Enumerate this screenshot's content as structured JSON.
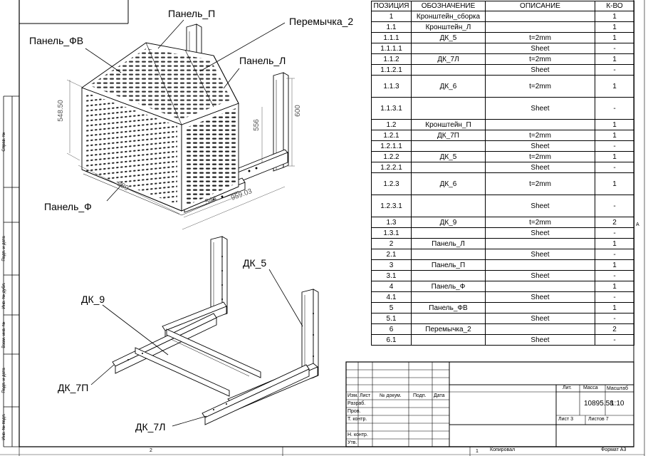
{
  "callouts": {
    "panel_p": "Панель_П",
    "peremychka": "Перемычка_2",
    "panel_fv": "Панель_ФВ",
    "panel_l": "Панель_Л",
    "panel_f": "Панель_Ф",
    "dk5": "ДК_5",
    "dk9": "ДК_9",
    "dk7p": "ДК_7П",
    "dk7l": "ДК_7Л"
  },
  "dimensions": {
    "d548": "548.50",
    "d556": "556",
    "d600": "600",
    "d889": "889",
    "d544": "544",
    "d959": "959.03"
  },
  "side_labels": {
    "sprav": "Справ. №",
    "podp1": "Подп. и дата",
    "inv_dubl": "Инв. № дубл.",
    "vzam": "Взам. инв. №",
    "podp2": "Подп. и дата",
    "inv_podl": "Инв. № подл."
  },
  "bom": {
    "headers": [
      "ПОЗИЦИЯ",
      "ОБОЗНАЧЕНИЕ",
      "ОПИСАНИЕ",
      "К-ВО"
    ],
    "rows": [
      {
        "pos": "1",
        "name": "Кронштейн_сборка",
        "desc": "",
        "qty": "1",
        "tall": false
      },
      {
        "pos": "1.1",
        "name": "Кронштейн_Л",
        "desc": "",
        "qty": "1",
        "tall": false
      },
      {
        "pos": "1.1.1",
        "name": "ДК_5",
        "desc": "t=2mm",
        "qty": "1",
        "tall": false
      },
      {
        "pos": "1.1.1.1",
        "name": "",
        "desc": "Sheet",
        "qty": "-",
        "tall": false
      },
      {
        "pos": "1.1.2",
        "name": "ДК_7Л",
        "desc": "t=2mm",
        "qty": "1",
        "tall": false
      },
      {
        "pos": "1.1.2.1",
        "name": "",
        "desc": "Sheet",
        "qty": "-",
        "tall": false
      },
      {
        "pos": "1.1.3",
        "name": "ДК_6",
        "desc": "t=2mm",
        "qty": "1",
        "tall": true
      },
      {
        "pos": "1.1.3.1",
        "name": "",
        "desc": "Sheet",
        "qty": "-",
        "tall": true
      },
      {
        "pos": "1.2",
        "name": "Кронштейн_П",
        "desc": "",
        "qty": "1",
        "tall": false
      },
      {
        "pos": "1.2.1",
        "name": "ДК_7П",
        "desc": "t=2mm",
        "qty": "1",
        "tall": false
      },
      {
        "pos": "1.2.1.1",
        "name": "",
        "desc": "Sheet",
        "qty": "-",
        "tall": false
      },
      {
        "pos": "1.2.2",
        "name": "ДК_5",
        "desc": "t=2mm",
        "qty": "1",
        "tall": false
      },
      {
        "pos": "1.2.2.1",
        "name": "",
        "desc": "Sheet",
        "qty": "-",
        "tall": false
      },
      {
        "pos": "1.2.3",
        "name": "ДК_6",
        "desc": "t=2mm",
        "qty": "1",
        "tall": true
      },
      {
        "pos": "1.2.3.1",
        "name": "",
        "desc": "Sheet",
        "qty": "-",
        "tall": true
      },
      {
        "pos": "1.3",
        "name": "ДК_9",
        "desc": "t=2mm",
        "qty": "2",
        "tall": false
      },
      {
        "pos": "1.3.1",
        "name": "",
        "desc": "Sheet",
        "qty": "-",
        "tall": false
      },
      {
        "pos": "2",
        "name": "Панель_Л",
        "desc": "",
        "qty": "1",
        "tall": false
      },
      {
        "pos": "2.1",
        "name": "",
        "desc": "Sheet",
        "qty": "-",
        "tall": false
      },
      {
        "pos": "3",
        "name": "Панель_П",
        "desc": "",
        "qty": "1",
        "tall": false
      },
      {
        "pos": "3.1",
        "name": "",
        "desc": "Sheet",
        "qty": "-",
        "tall": false
      },
      {
        "pos": "4",
        "name": "Панель_Ф",
        "desc": "",
        "qty": "1",
        "tall": false
      },
      {
        "pos": "4.1",
        "name": "",
        "desc": "Sheet",
        "qty": "-",
        "tall": false
      },
      {
        "pos": "5",
        "name": "Панель_ФВ",
        "desc": "",
        "qty": "1",
        "tall": false
      },
      {
        "pos": "5.1",
        "name": "",
        "desc": "Sheet",
        "qty": "-",
        "tall": false
      },
      {
        "pos": "6",
        "name": "Перемычка_2",
        "desc": "",
        "qty": "2",
        "tall": false
      },
      {
        "pos": "6.1",
        "name": "",
        "desc": "Sheet",
        "qty": "-",
        "tall": false
      }
    ]
  },
  "title_block": {
    "izm": "Изм.",
    "list": "Лист",
    "n_dokum": "№ докум.",
    "podp": "Подп.",
    "data": "Дата",
    "razrab": "Разраб.",
    "prov": "Пров.",
    "t_kontr": "Т. контр.",
    "n_kontr": "Н. контр.",
    "utv": "Утв.",
    "lit": "Лит.",
    "massa": "Масса",
    "masshtab": "Масштаб",
    "mass_value": "10895.58",
    "scale_value": "1:10",
    "sheet": "Лист 3",
    "sheets": "Листов 7"
  },
  "footer": {
    "zone2": "2",
    "zone1": "1",
    "kopiroval": "Копировал",
    "format": "Формат A3",
    "zoneA": "A"
  }
}
